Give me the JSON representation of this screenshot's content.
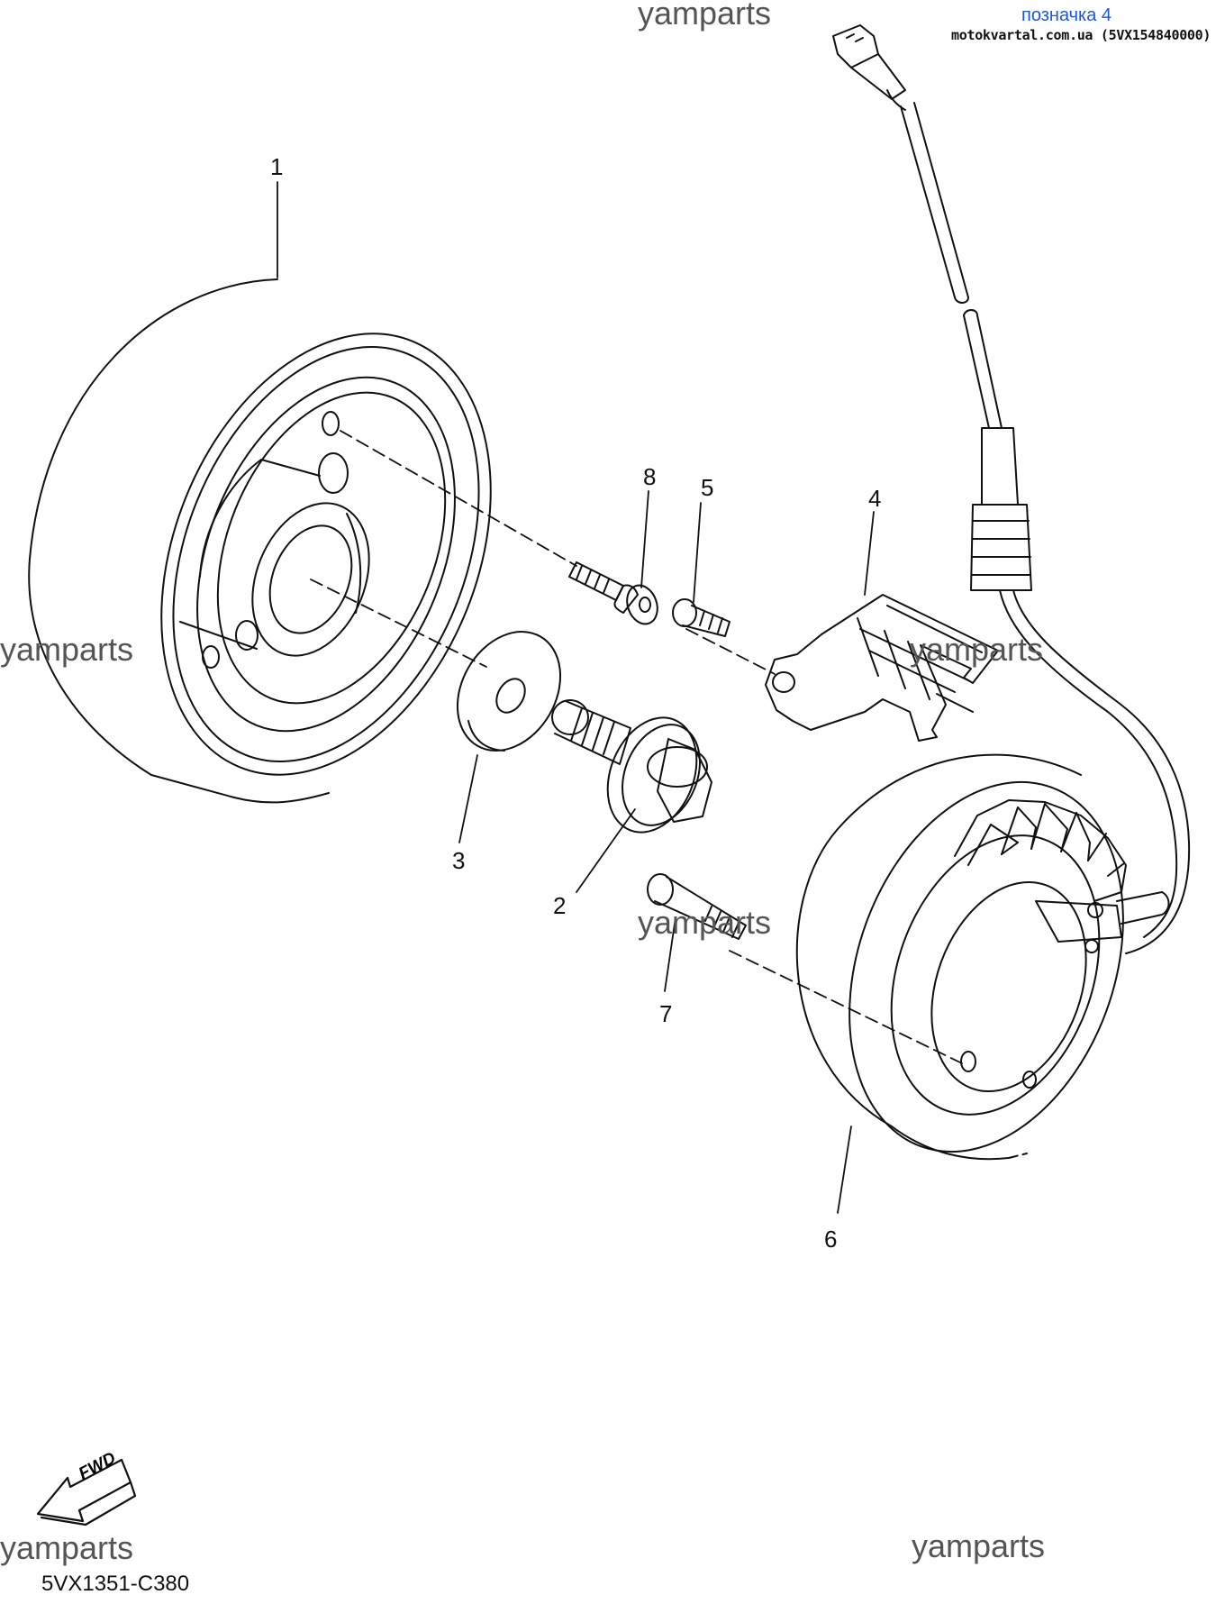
{
  "header": {
    "title": "позначка 4",
    "subtitle": "motokvartal.com.ua (5VX154840000)"
  },
  "watermarks": [
    "yamparts",
    "yamparts",
    "yamparts",
    "yamparts",
    "yamparts",
    "yamparts"
  ],
  "callouts": {
    "c1": "1",
    "c2": "2",
    "c3": "3",
    "c4": "4",
    "c5": "5",
    "c6": "6",
    "c7": "7",
    "c8": "8"
  },
  "fwd_label": "FWD",
  "diagram_code": "5VX1351-C380",
  "colors": {
    "line": "#111111",
    "header_title": "#1d56d8",
    "watermark": "#555555"
  }
}
